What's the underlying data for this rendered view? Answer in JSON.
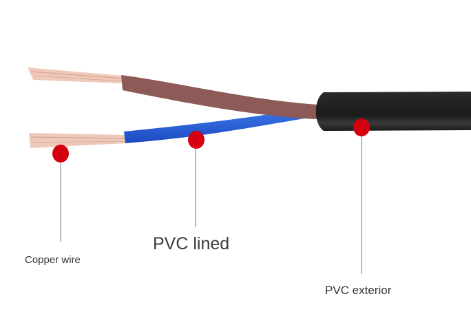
{
  "labels": {
    "copper_wire": "Copper wire",
    "pvc_lined": "PVC lined",
    "pvc_exterior": "PVC exterior"
  },
  "colors": {
    "marker": "#d40010",
    "outer_jacket": "#222222",
    "brown_insulation": "#8e5a57",
    "blue_insulation": "#2a5fd8",
    "copper": "#e8b9a4"
  }
}
